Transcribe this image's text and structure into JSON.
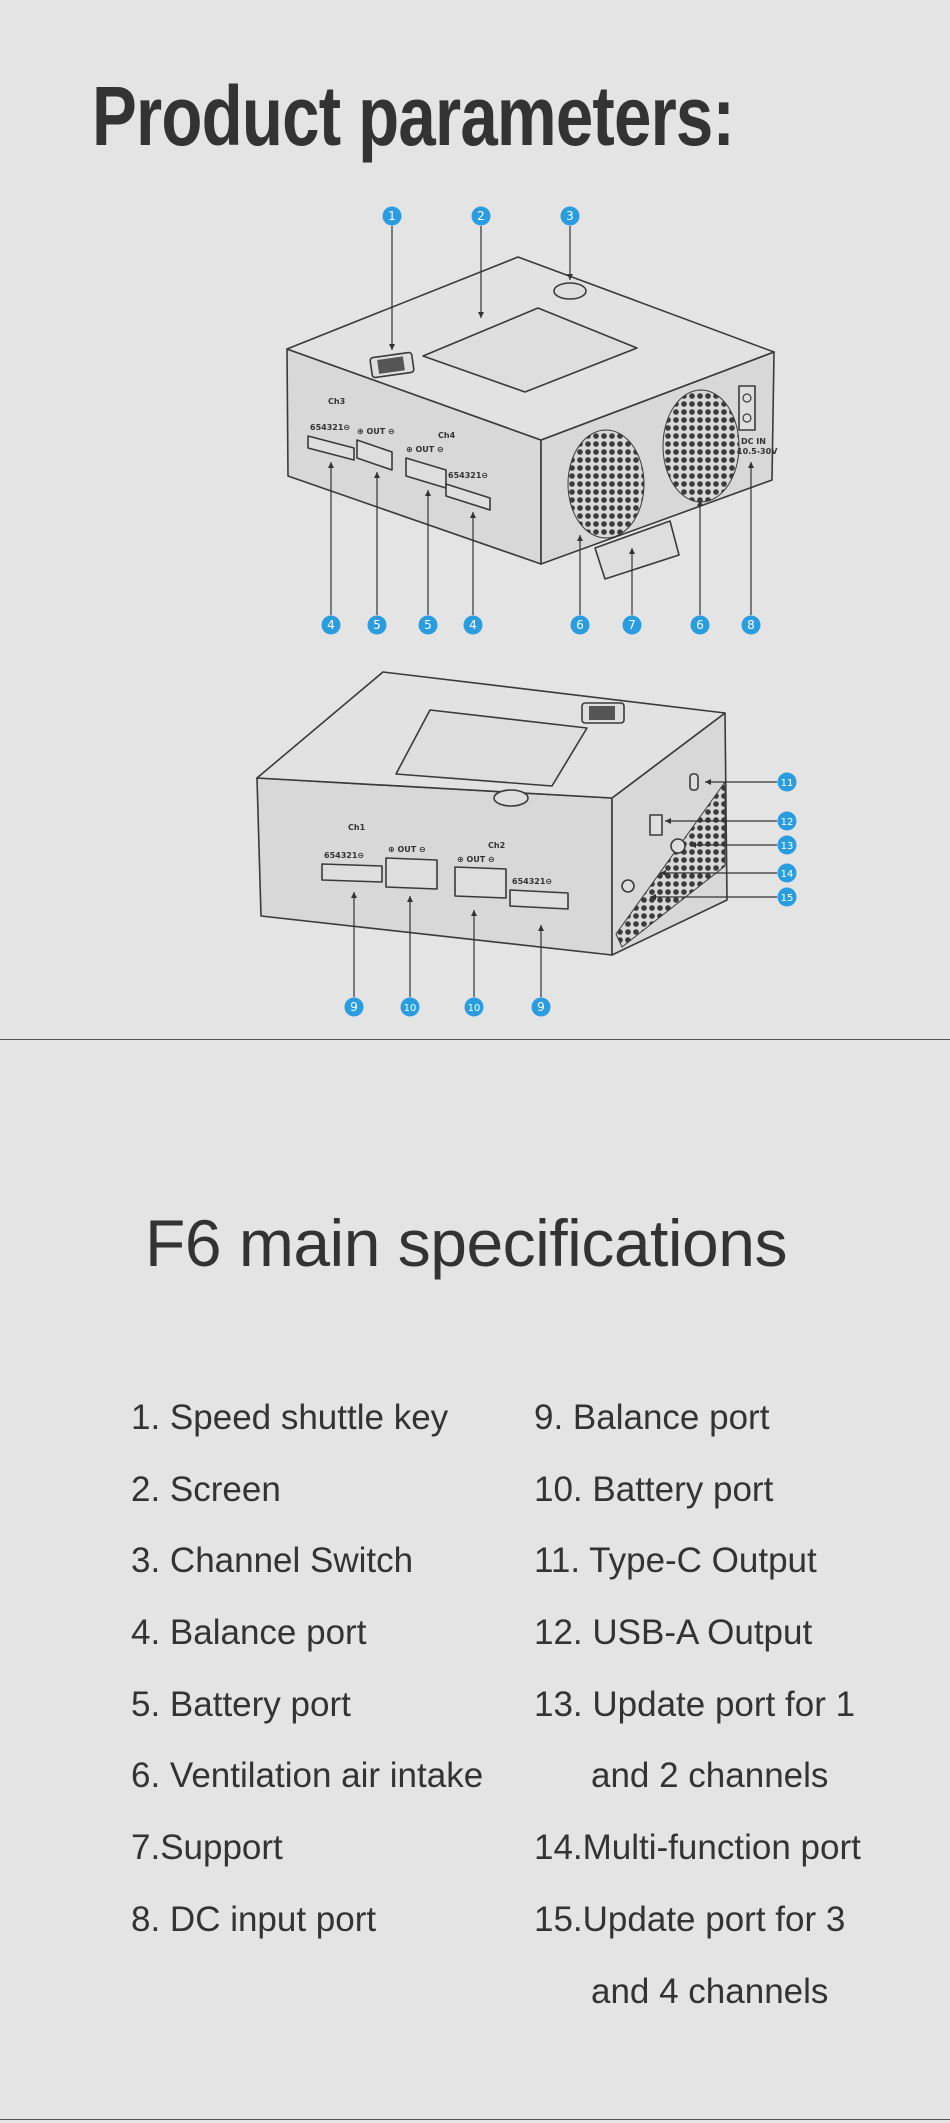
{
  "header": {
    "title": "Product parameters:"
  },
  "diagram": {
    "badge_color": "#2a9de0",
    "callouts_top": [
      "1",
      "2",
      "3",
      "4",
      "5",
      "5",
      "4",
      "6",
      "7",
      "6",
      "8"
    ],
    "callouts_bottom": [
      "11",
      "12",
      "13",
      "14",
      "15",
      "9",
      "10",
      "10",
      "9"
    ],
    "port_labels": {
      "ch3": "Ch3",
      "ch4": "Ch4",
      "ch1": "Ch1",
      "ch2": "Ch2",
      "balance_pins": "654321⊖",
      "out": "⊕ OUT ⊖",
      "dc_in": "DC IN",
      "dc_range": "10.5-30V"
    }
  },
  "specs": {
    "title": "F6 main specifications",
    "left": [
      "1. Speed shuttle key",
      "2. Screen",
      "3. Channel Switch",
      "4. Balance port",
      "5. Battery port",
      "6. Ventilation air intake",
      "7.Support",
      "8. DC input port"
    ],
    "right": [
      "9. Balance port",
      "10. Battery port",
      "11. Type-C Output",
      "12. USB-A Output",
      "13. Update port for 1",
      "and 2 channels",
      "14.Multi-function port",
      "15.Update port for 3",
      "and 4 channels"
    ]
  }
}
